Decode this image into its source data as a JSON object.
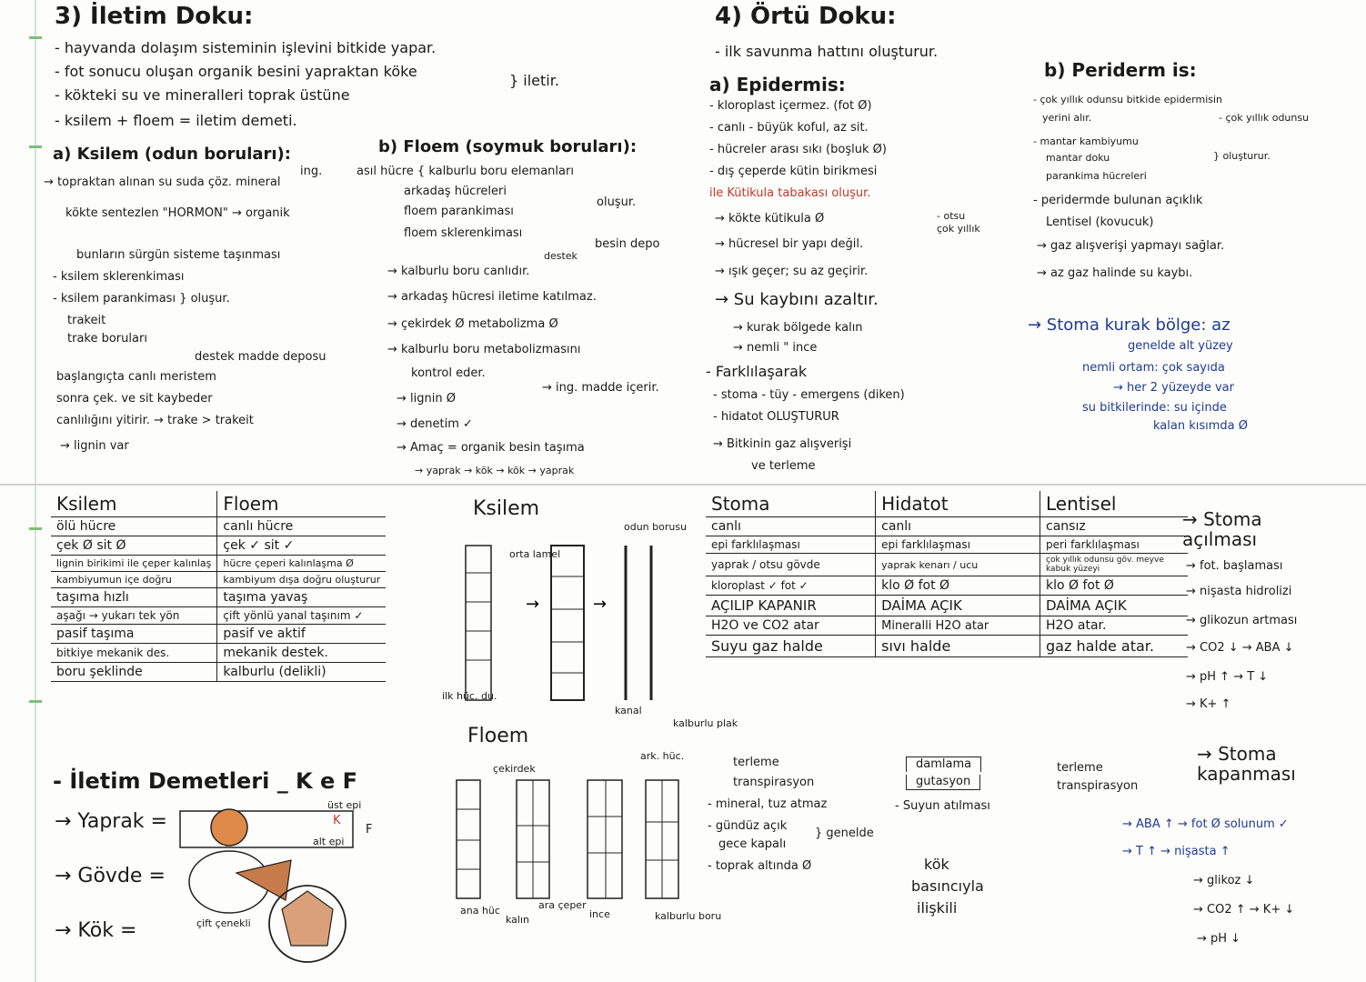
{
  "iletim": {
    "title": "3) İletim Doku:",
    "lines": [
      "- hayvanda dolaşım sisteminin işlevini bitkide yapar.",
      "- fot sonucu oluşan organik besini yapraktan köke",
      "- kökteki su ve mineralleri toprak üstüne",
      "- ksilem + floem = iletim demeti."
    ],
    "iletir": "} iletir.",
    "ksilem_title": "a) Ksilem (odun boruları):",
    "ksilem_ing": "ing.",
    "ksilem_lines": [
      "→ topraktan alınan su      suda çöz. mineral",
      "kökte sentezlen \"HORMON\" → organik",
      "bunların sürgün sisteme taşınması",
      "- ksilem sklerenkiması",
      "- ksilem parankiması   } oluşur.",
      "trakeit",
      "trake boruları",
      "destek madde deposu",
      "başlangıçta canlı meristem",
      "sonra çek. ve sit kaybeder",
      "canlılığını yitirir.      → trake > trakeit",
      "→ lignin var"
    ],
    "floem_title": "b) Floem (soymuk boruları):",
    "floem_lines": [
      "asıl hücre { kalburlu boru elemanları",
      "arkadaş hücreleri",
      "floem parankiması",
      "floem sklerenkiması",
      "oluşur.",
      "besin depo",
      "destek",
      "→ kalburlu boru canlıdır.",
      "→ arkadaş hücresi iletime katılmaz.",
      "→ çekirdek Ø metabolizma Ø",
      "→ kalburlu boru metabolizmasını",
      "kontrol eder.",
      "→ lignin Ø",
      "→ ing. madde içerir.",
      "→ denetim ✓",
      "→ Amaç = organik besin taşıma",
      "→ yaprak → kök   → kök → yaprak"
    ],
    "ortu_title": "4) Örtü Doku:",
    "ortu_sub": "- ilk savunma hattını oluşturur.",
    "epidermis_title": "a) Epidermis:",
    "epidermis_lines": [
      "- kloroplast içermez. (fot Ø)",
      "- canlı   - büyük koful, az sit.",
      "- hücreler arası sıkı (boşluk Ø)",
      "- dış çeperde kütin birikmesi",
      "ile Kütikula tabakası oluşur.",
      "→ kökte kütikula Ø",
      "- otsu",
      "çok yıllık",
      "→ hücresel bir yapı değil.",
      "→ ışık geçer; su az geçirir.",
      "→ Su kaybını azaltır.",
      "→ kurak bölgede kalın",
      "→ nemli    \"    ince",
      "- Farklılaşarak",
      "- stoma - tüy - emergens (diken)",
      "- hidatot    OLUŞTURUR",
      "→ Bitkinin gaz alışverişi",
      "ve terleme"
    ],
    "periderm_title": "b) Periderm is:",
    "periderm_lines": [
      "- çok yıllık odunsu bitkide epidermisin",
      "yerini alır.",
      "- çok yıllık odunsu",
      "- mantar kambiyumu",
      "mantar doku",
      "parankima hücreleri",
      "} oluşturur.",
      "- peridermde bulunan açıklık",
      "Lentisel (kovucuk)",
      "→ gaz alışverişi yapmayı sağlar.",
      "→ az gaz halinde su kaybı.",
      "→ Stoma kurak bölge: az",
      "genelde alt yüzey",
      "nemli ortam: çok sayıda",
      "→ her 2 yüzeyde var",
      "su bitkilerinde: su içinde",
      "kalan kısımda Ø"
    ]
  },
  "compare_table": {
    "headers": [
      "Ksilem",
      "Floem"
    ],
    "rows": [
      [
        "ölü hücre",
        "canlı hücre"
      ],
      [
        "çek Ø   sit Ø",
        "çek ✓   sit ✓"
      ],
      [
        "lignin birikimi ile çeper kalınlaş",
        "hücre çeperi kalınlaşma Ø"
      ],
      [
        "kambiyumun içe doğru",
        "kambiyum dışa doğru oluşturur"
      ],
      [
        "taşıma hızlı",
        "taşıma yavaş"
      ],
      [
        "aşağı → yukarı tek yön",
        "çift yönlü yanal taşınım ✓"
      ],
      [
        "pasif taşıma",
        "pasif ve aktif"
      ],
      [
        "bitkiye mekanik des.",
        "mekanik destek."
      ],
      [
        "boru şeklinde",
        "kalburlu (delikli)"
      ]
    ]
  },
  "demet": {
    "title": "- İletim Demetleri _ K e F",
    "yaprak": "→ Yaprak =",
    "govde": "→ Gövde =",
    "kok": "→ Kök =",
    "ust_epi": "üst epi",
    "alt_epi": "alt epi",
    "cift_cenekli": "çift çenekli",
    "k": "K",
    "f": "F"
  },
  "diagrams": {
    "ksilem_title": "Ksilem",
    "orta_lamel": "orta lamel",
    "odun_borusu": "odun borusu",
    "ilk_hucre": "ilk hüc. du.",
    "kanal": "kanal",
    "floem_title": "Floem",
    "cekirdek": "çekirdek",
    "ark_hucre": "ark. hüc.",
    "kalburlu_plak": "kalburlu plak",
    "ana_hucre": "ana hüc",
    "kalin": "kalın",
    "ara_ceper": "ara çeper",
    "ince": "ince",
    "kalburlu_boru": "kalburlu boru"
  },
  "stoma_table": {
    "headers": [
      "Stoma",
      "Hidatot",
      "Lentisel"
    ],
    "rows": [
      [
        "canlı",
        "canlı",
        "cansız"
      ],
      [
        "epi farklılaşması",
        "epi farklılaşması",
        "peri farklılaşması"
      ],
      [
        "yaprak / otsu gövde",
        "yaprak kenarı / ucu",
        "çok yıllık odunsu göv. meyve kabuk yüzeyi"
      ],
      [
        "kloroplast ✓ fot ✓",
        "klo Ø   fot Ø",
        "klo Ø   fot Ø"
      ],
      [
        "AÇILIP KAPANIR",
        "DAİMA AÇIK",
        "DAİMA AÇIK"
      ],
      [
        "H2O ve CO2 atar",
        "Mineralli H2O atar",
        "H2O atar."
      ],
      [
        "Suyu gaz halde",
        "sıvı halde",
        "gaz halde atar."
      ]
    ],
    "below_stoma": [
      "terleme",
      "transpirasyon",
      "- mineral, tuz atmaz",
      "- gündüz açık",
      "gece kapalı",
      "} genelde",
      "- toprak altında Ø"
    ],
    "below_hidatot": [
      "damlama",
      "gutasyon",
      "- Suyun atılması",
      "kök",
      "basıncıyla",
      "ilişkili"
    ],
    "below_lentisel": [
      "terleme",
      "transpirasyon"
    ]
  },
  "stoma_notes": {
    "acilma_title": "→ Stoma açılması",
    "acilma": [
      "→ fot. başlaması",
      "→ nişasta hidrolizi",
      "→ glikozun artması",
      "→ CO2 ↓  → ABA ↓",
      "→ pH ↑  → T ↓",
      "→ K+ ↑"
    ],
    "kapanma_title": "→ Stoma kapanması",
    "kapanma": [
      "→ ABA ↑   → fot Ø  solunum ✓",
      "→ T ↑     → nişasta ↑",
      "→ glikoz ↓",
      "→ CO2 ↑   → K+ ↓",
      "→ pH ↓"
    ]
  }
}
